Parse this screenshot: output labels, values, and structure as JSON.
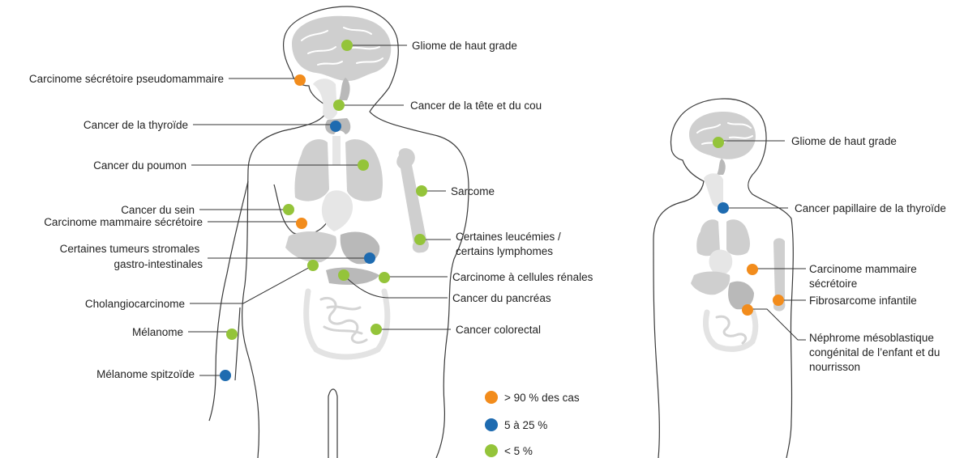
{
  "colors": {
    "orange": "#f28c1c",
    "blue": "#1e6bb0",
    "green": "#94c43a"
  },
  "adult": {
    "labels": [
      {
        "id": "a1",
        "text": "Gliome de haut grade",
        "category": "green"
      },
      {
        "id": "a2",
        "text": "Carcinome sécrétoire pseudomammaire",
        "category": "orange"
      },
      {
        "id": "a3",
        "text": "Cancer de la tête et du cou",
        "category": "green"
      },
      {
        "id": "a4",
        "text": "Cancer de la thyroïde",
        "category": "blue"
      },
      {
        "id": "a5",
        "text": "Cancer du poumon",
        "category": "green"
      },
      {
        "id": "a6",
        "text": "Sarcome",
        "category": "green"
      },
      {
        "id": "a7",
        "text": "Cancer du sein",
        "category": "green"
      },
      {
        "id": "a8",
        "text": "Carcinome mammaire sécrétoire",
        "category": "orange"
      },
      {
        "id": "a9",
        "text": [
          "Certaines leucémies /",
          "certains lymphomes"
        ],
        "category": "green"
      },
      {
        "id": "a10",
        "text": [
          "Certaines tumeurs stromales",
          "gastro-intestinales"
        ],
        "category": "blue"
      },
      {
        "id": "a11",
        "text": "Carcinome à cellules rénales",
        "category": "green"
      },
      {
        "id": "a12",
        "text": "Cancer du pancréas",
        "category": "green"
      },
      {
        "id": "a13",
        "text": "Cholangiocarcinome",
        "category": "green"
      },
      {
        "id": "a14",
        "text": "Mélanome",
        "category": "green"
      },
      {
        "id": "a15",
        "text": "Cancer colorectal",
        "category": "green"
      },
      {
        "id": "a16",
        "text": "Mélanome spitzoïde",
        "category": "blue"
      }
    ]
  },
  "child": {
    "labels": [
      {
        "id": "c1",
        "text": "Gliome de haut grade",
        "category": "green"
      },
      {
        "id": "c2",
        "text": "Cancer papillaire de la thyroïde",
        "category": "blue"
      },
      {
        "id": "c3",
        "text": [
          "Carcinome mammaire",
          "sécrétoire"
        ],
        "category": "orange"
      },
      {
        "id": "c4",
        "text": "Fibrosarcome infantile",
        "category": "orange"
      },
      {
        "id": "c5",
        "text": [
          "Néphrome mésoblastique",
          "congénital de l’enfant et du",
          "nourrisson"
        ],
        "category": "orange"
      }
    ]
  },
  "legend": [
    {
      "category": "orange",
      "text": "> 90 % des cas"
    },
    {
      "category": "blue",
      "text": "5 à 25 %"
    },
    {
      "category": "green",
      "text": "< 5 %"
    }
  ]
}
